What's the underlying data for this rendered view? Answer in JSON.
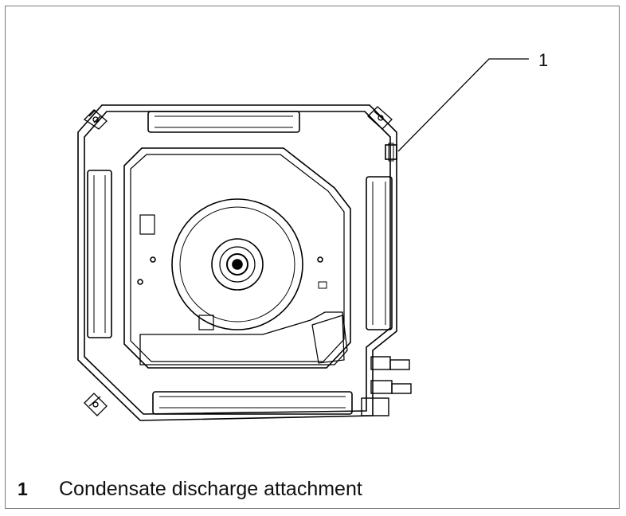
{
  "diagram": {
    "callout": {
      "number": "1"
    },
    "legend": [
      {
        "number": "1",
        "text": "Condensate discharge attachment"
      }
    ]
  }
}
